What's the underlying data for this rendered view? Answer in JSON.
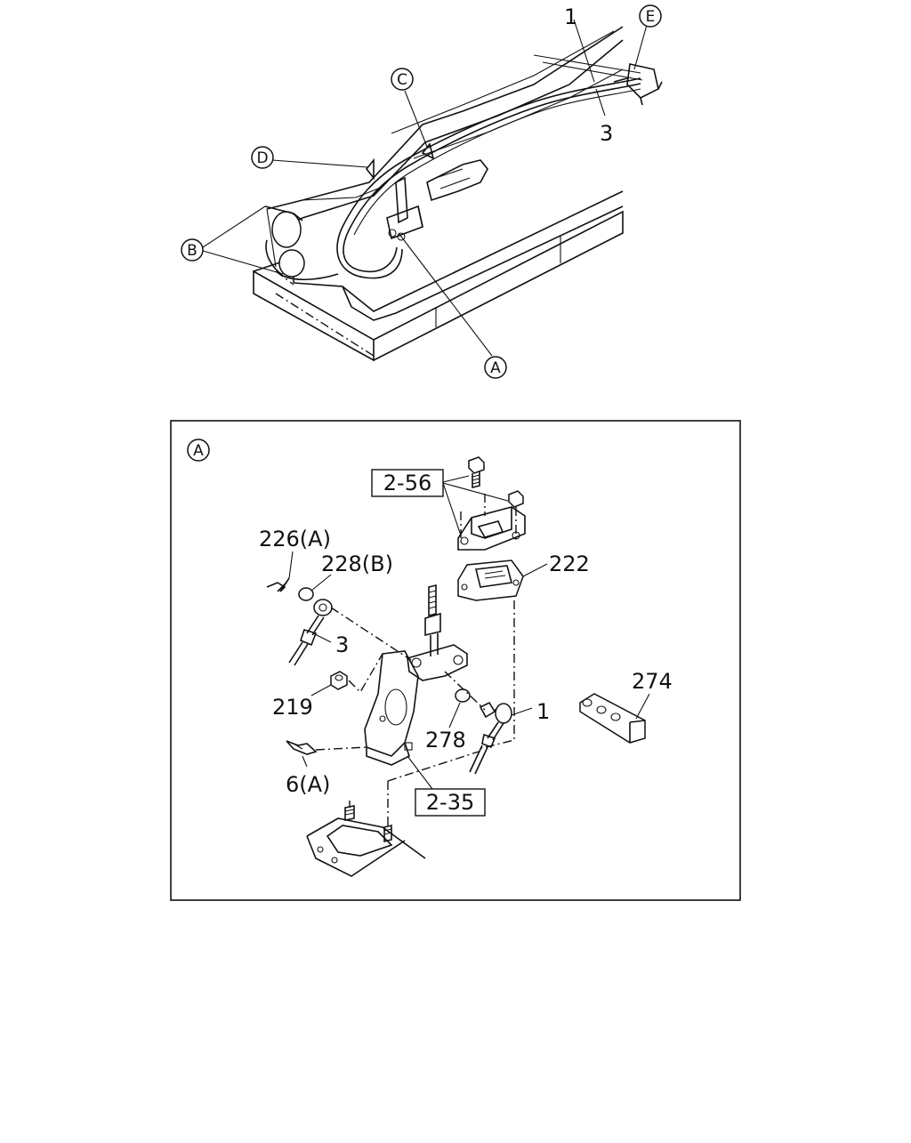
{
  "top_view": {
    "callouts": {
      "c_label": "C",
      "d_label": "D",
      "b_label": "B",
      "a_label": "A",
      "e_label": "E"
    },
    "part_numbers": {
      "p1": "1",
      "p3": "3"
    }
  },
  "detail_a": {
    "detail_label": "A",
    "part_labels": {
      "p226": "226(A)",
      "p228": "228(B)",
      "p3": "3",
      "p219": "219",
      "p278": "278",
      "p1": "1",
      "p6": "6(A)",
      "p222": "222",
      "p274": "274"
    },
    "ref_boxes": {
      "r256": "2-56",
      "r235": "2-35"
    }
  }
}
